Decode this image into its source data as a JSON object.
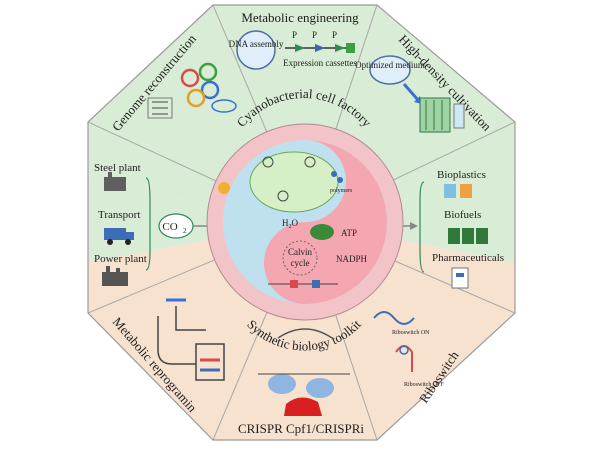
{
  "diagram": {
    "sectors": {
      "top": "Metabolic engineering",
      "top_left": "Genome reconstruction",
      "top_right": "High-density cultivation",
      "bottom_left": "Metabolic reprograming",
      "bottom": "CRISPR Cpf1/CRISPRi",
      "bottom_right": "Riboswitch"
    },
    "top_sub": {
      "dna_assembly": "DNA assembly",
      "expression_cassettes": "Expression cassettes",
      "promoter_letter": "P"
    },
    "top_right_sub": {
      "optimized_medium": "Optimized medium"
    },
    "left_sources": [
      "Steel plant",
      "Transport",
      "Power plant"
    ],
    "co2_label": "CO",
    "co2_sub": "2",
    "right_products": [
      "Bioplastics",
      "Biofuels",
      "Pharmaceuticals"
    ],
    "center": {
      "ring_top": "Cyanobacterial cell factory",
      "ring_bottom": "Synthetic biology toolkit",
      "h2o": "H",
      "h2o_sub": "2",
      "h2o_end": "O",
      "atp": "ATP",
      "nadph": "NADPH",
      "calvin_line1": "Calvin",
      "calvin_line2": "cycle",
      "polymers": "polymers"
    },
    "riboswitch": {
      "on": "Riboswitch ON",
      "off": "Riboswitch OFF"
    },
    "colors": {
      "green_sector": "#d9ecd5",
      "peach_sector": "#f7e1cf",
      "ring": "#f2c4c8",
      "inner_blue": "#bfe1ef",
      "inner_pink": "#f4a7b1",
      "border": "#9b9b9b"
    }
  }
}
